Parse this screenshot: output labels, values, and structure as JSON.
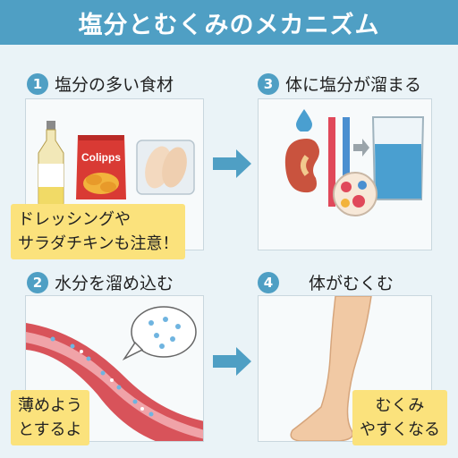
{
  "header": {
    "title": "塩分とむくみのメカニズム"
  },
  "panels": [
    {
      "number": "1",
      "title": "塩分の多い食材"
    },
    {
      "number": "3",
      "title": "体に塩分が溜まる"
    },
    {
      "number": "2",
      "title": "水分を溜め込む"
    },
    {
      "number": "4",
      "title": "体がむくむ"
    }
  ],
  "notes": {
    "foods_line1": "ドレッシングや",
    "foods_line2": "サラダチキンも注意！",
    "dilute_line1": "薄めよう",
    "dilute_line2": "とするよ",
    "swell_line1": "むくみ",
    "swell_line2": "やすくなる"
  },
  "chips": {
    "brand": "Colipps"
  },
  "colors": {
    "header": "#4f9fc4",
    "arrow": "#4f9fc4",
    "note": "#fbe27c",
    "water": "#4a9fd0",
    "vessel": "#d8535a"
  },
  "icons": [
    "bottle-icon",
    "chips-bag-icon",
    "chicken-pack-icon",
    "kidney-icon",
    "water-drop-icon",
    "beaker-icon",
    "blood-vessel-icon",
    "speech-bubble-icon",
    "leg-icon",
    "arrow-right-icon"
  ]
}
